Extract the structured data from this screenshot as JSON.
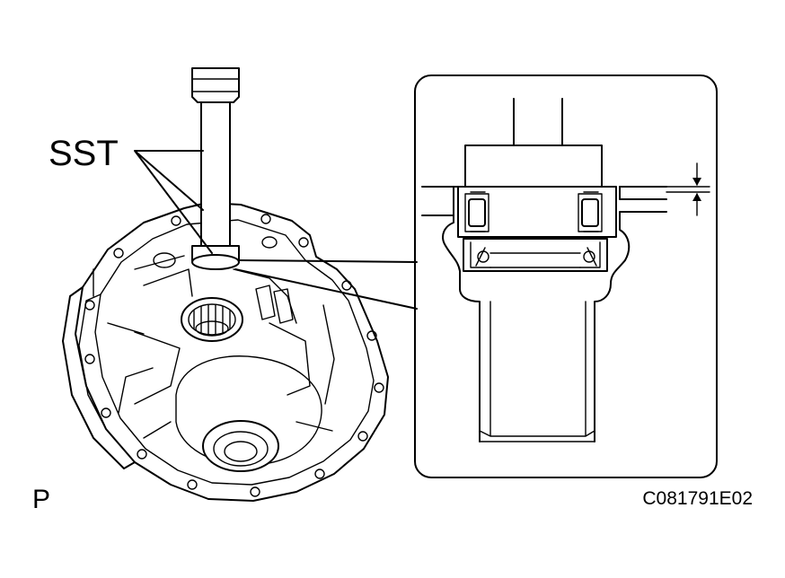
{
  "labels": {
    "tool": "SST",
    "view": "P",
    "figure_code": "C081791E02"
  }
}
